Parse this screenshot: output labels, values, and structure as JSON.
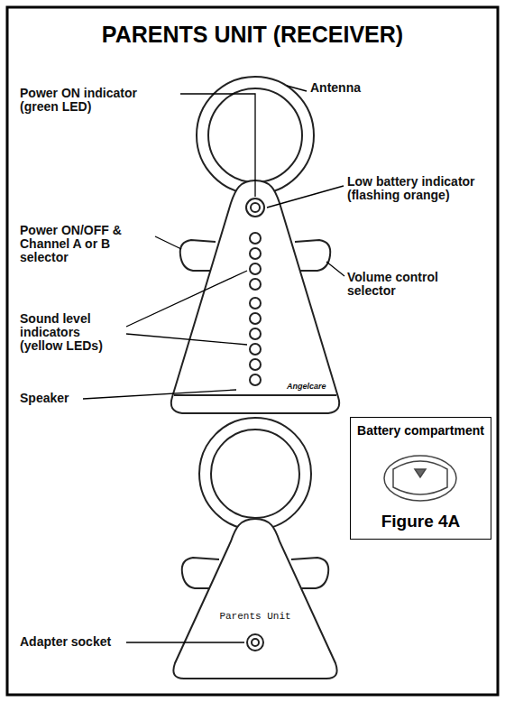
{
  "diagram": {
    "title": "PARENTS UNIT (RECEIVER)",
    "nodes": [
      {
        "text": [
          "Battery compartment",
          "Figure 4A"
        ]
      }
    ],
    "labels": [
      "Power ON indicator (green LED)",
      "Antenna",
      "Low battery indicator (flashing orange)",
      "Power ON/OFF & Channel A or B selector",
      "Volume control selector",
      "Sound level indicators (yellow LEDs)",
      "Speaker",
      "Angelcare",
      "Parents Unit",
      "Adapter socket"
    ]
  }
}
